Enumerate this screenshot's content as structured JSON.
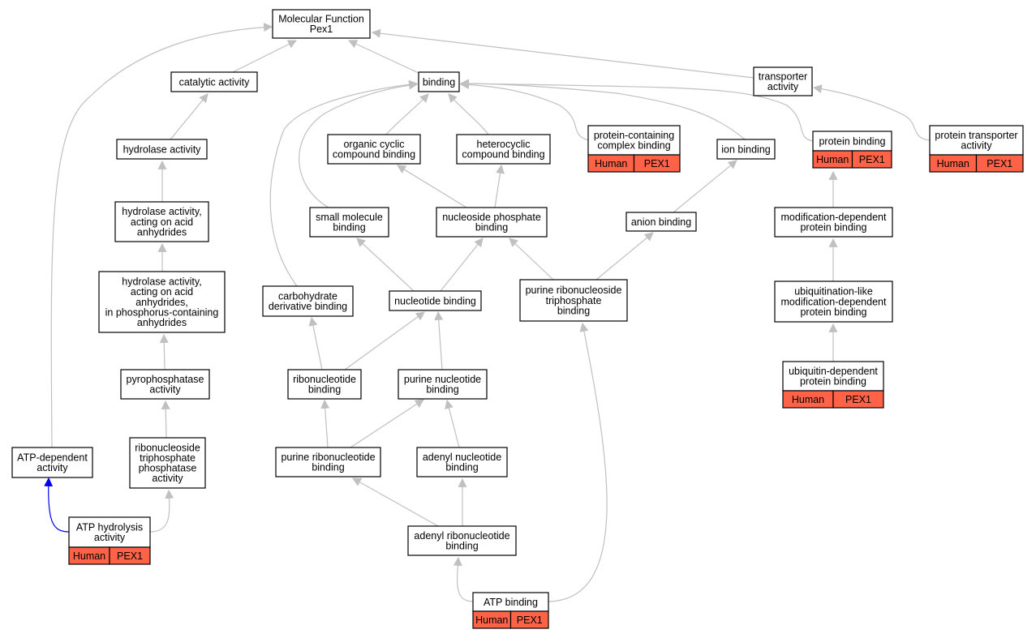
{
  "colors": {
    "edge": "#c0c0c0",
    "highlight_edge": "#0000ee",
    "annotation": "#ff6347",
    "node_fill": "#ffffff",
    "node_border": "#000000"
  },
  "nodes": [
    {
      "id": "mf",
      "lines": [
        "Molecular Function",
        "Pex1"
      ]
    },
    {
      "id": "catalytic",
      "lines": [
        "catalytic activity"
      ]
    },
    {
      "id": "binding",
      "lines": [
        "binding"
      ]
    },
    {
      "id": "transporter",
      "lines": [
        "transporter",
        "activity"
      ]
    },
    {
      "id": "hydrolase",
      "lines": [
        "hydrolase activity"
      ]
    },
    {
      "id": "hydro_acid",
      "lines": [
        "hydrolase activity,",
        "acting on acid",
        "anhydrides"
      ]
    },
    {
      "id": "hydro_phos",
      "lines": [
        "hydrolase activity,",
        "acting on acid",
        "anhydrides,",
        "in phosphorus-containing",
        "anhydrides"
      ]
    },
    {
      "id": "pyro",
      "lines": [
        "pyrophosphatase",
        "activity"
      ]
    },
    {
      "id": "ribo_tri_phos",
      "lines": [
        "ribonucleoside",
        "triphosphate",
        "phosphatase",
        "activity"
      ]
    },
    {
      "id": "atp_dep",
      "lines": [
        "ATP-dependent",
        "activity"
      ]
    },
    {
      "id": "atp_hyd",
      "lines": [
        "ATP hydrolysis",
        "activity"
      ],
      "annotation": [
        "Human",
        "PEX1"
      ]
    },
    {
      "id": "org_cyc",
      "lines": [
        "organic cyclic",
        "compound binding"
      ]
    },
    {
      "id": "hetero",
      "lines": [
        "heterocyclic",
        "compound binding"
      ]
    },
    {
      "id": "prot_complex",
      "lines": [
        "protein-containing",
        "complex binding"
      ],
      "annotation": [
        "Human",
        "PEX1"
      ]
    },
    {
      "id": "ion",
      "lines": [
        "ion binding"
      ]
    },
    {
      "id": "protein",
      "lines": [
        "protein binding"
      ],
      "annotation": [
        "Human",
        "PEX1"
      ]
    },
    {
      "id": "prot_trans",
      "lines": [
        "protein transporter",
        "activity"
      ],
      "annotation": [
        "Human",
        "PEX1"
      ]
    },
    {
      "id": "small_mol",
      "lines": [
        "small molecule",
        "binding"
      ]
    },
    {
      "id": "nuc_phos",
      "lines": [
        "nucleoside phosphate",
        "binding"
      ]
    },
    {
      "id": "anion",
      "lines": [
        "anion binding"
      ]
    },
    {
      "id": "mod_dep",
      "lines": [
        "modification-dependent",
        "protein binding"
      ]
    },
    {
      "id": "carb",
      "lines": [
        "carbohydrate",
        "derivative binding"
      ]
    },
    {
      "id": "nucleotide",
      "lines": [
        "nucleotide binding"
      ]
    },
    {
      "id": "pur_ribo_tri",
      "lines": [
        "purine ribonucleoside",
        "triphosphate",
        "binding"
      ]
    },
    {
      "id": "ubl",
      "lines": [
        "ubiquitination-like",
        "modification-dependent",
        "protein binding"
      ]
    },
    {
      "id": "ribonuc",
      "lines": [
        "ribonucleotide",
        "binding"
      ]
    },
    {
      "id": "pur_nuc",
      "lines": [
        "purine nucleotide",
        "binding"
      ]
    },
    {
      "id": "ubi",
      "lines": [
        "ubiquitin-dependent",
        "protein binding"
      ],
      "annotation": [
        "Human",
        "PEX1"
      ]
    },
    {
      "id": "pur_ribonuc",
      "lines": [
        "purine ribonucleotide",
        "binding"
      ]
    },
    {
      "id": "adenyl_nuc",
      "lines": [
        "adenyl nucleotide",
        "binding"
      ]
    },
    {
      "id": "adenyl_ribo",
      "lines": [
        "adenyl ribonucleotide",
        "binding"
      ]
    },
    {
      "id": "atp_binding",
      "lines": [
        "ATP binding"
      ],
      "annotation": [
        "Human",
        "PEX1"
      ]
    }
  ],
  "edges": [
    {
      "from": "catalytic",
      "to": "mf"
    },
    {
      "from": "binding",
      "to": "mf"
    },
    {
      "from": "transporter",
      "to": "mf"
    },
    {
      "from": "atp_dep",
      "to": "mf"
    },
    {
      "from": "hydrolase",
      "to": "catalytic"
    },
    {
      "from": "hydro_acid",
      "to": "hydrolase"
    },
    {
      "from": "hydro_phos",
      "to": "hydro_acid"
    },
    {
      "from": "pyro",
      "to": "hydro_phos"
    },
    {
      "from": "ribo_tri_phos",
      "to": "pyro"
    },
    {
      "from": "atp_hyd",
      "to": "atp_dep",
      "highlight": true
    },
    {
      "from": "atp_hyd",
      "to": "ribo_tri_phos"
    },
    {
      "from": "org_cyc",
      "to": "binding"
    },
    {
      "from": "hetero",
      "to": "binding"
    },
    {
      "from": "prot_complex",
      "to": "binding"
    },
    {
      "from": "ion",
      "to": "binding"
    },
    {
      "from": "protein",
      "to": "binding"
    },
    {
      "from": "small_mol",
      "to": "binding"
    },
    {
      "from": "carb",
      "to": "binding"
    },
    {
      "from": "prot_trans",
      "to": "transporter"
    },
    {
      "from": "nuc_phos",
      "to": "org_cyc"
    },
    {
      "from": "nuc_phos",
      "to": "hetero"
    },
    {
      "from": "anion",
      "to": "ion"
    },
    {
      "from": "mod_dep",
      "to": "protein"
    },
    {
      "from": "nucleotide",
      "to": "small_mol"
    },
    {
      "from": "nucleotide",
      "to": "nuc_phos"
    },
    {
      "from": "pur_ribo_tri",
      "to": "nuc_phos"
    },
    {
      "from": "pur_ribo_tri",
      "to": "anion"
    },
    {
      "from": "ubl",
      "to": "mod_dep"
    },
    {
      "from": "ubi",
      "to": "ubl"
    },
    {
      "from": "ribonuc",
      "to": "carb"
    },
    {
      "from": "ribonuc",
      "to": "nucleotide"
    },
    {
      "from": "pur_nuc",
      "to": "nucleotide"
    },
    {
      "from": "pur_ribonuc",
      "to": "ribonuc"
    },
    {
      "from": "pur_ribonuc",
      "to": "pur_nuc"
    },
    {
      "from": "adenyl_nuc",
      "to": "pur_nuc"
    },
    {
      "from": "adenyl_ribo",
      "to": "pur_ribonuc"
    },
    {
      "from": "adenyl_ribo",
      "to": "adenyl_nuc"
    },
    {
      "from": "atp_binding",
      "to": "adenyl_ribo"
    },
    {
      "from": "atp_binding",
      "to": "pur_ribo_tri"
    }
  ]
}
